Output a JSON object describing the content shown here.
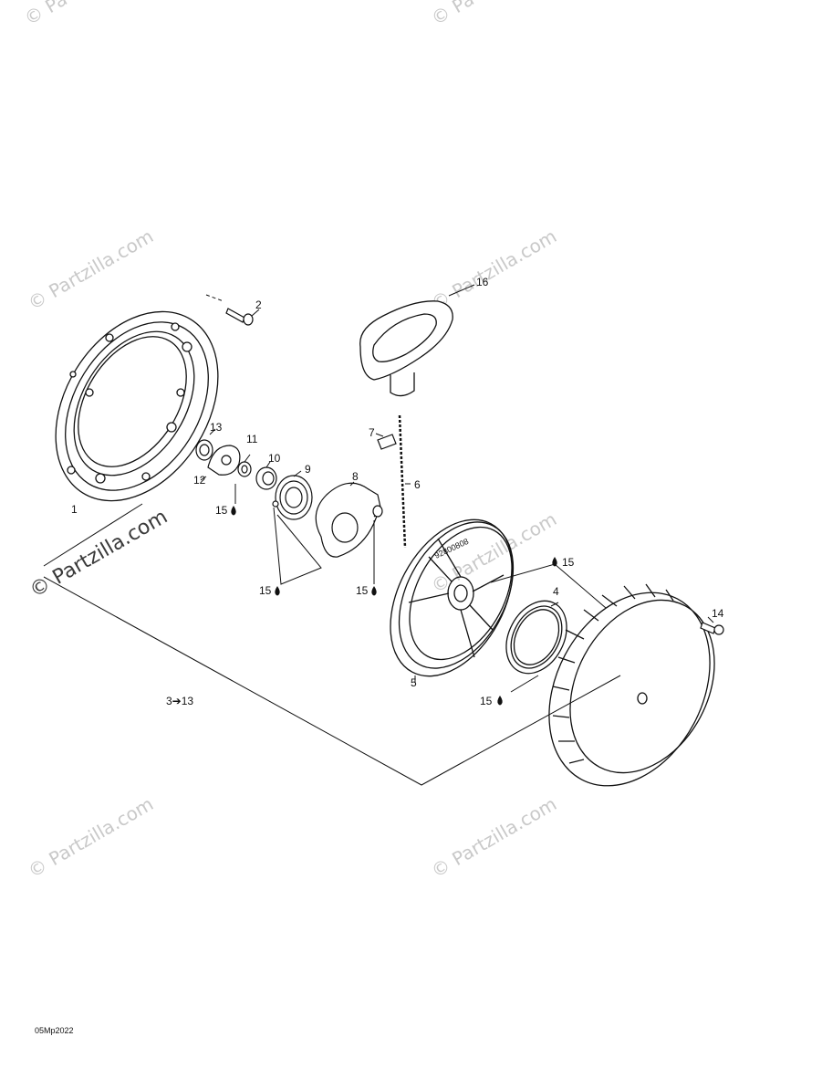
{
  "diagram": {
    "callouts": {
      "c1": "1",
      "c2": "2",
      "c3": "3➔13",
      "c4": "4",
      "c5": "5",
      "c6": "6",
      "c7": "7",
      "c8": "8",
      "c9": "9",
      "c10": "10",
      "c11": "11",
      "c12": "12",
      "c13": "13",
      "c14": "14",
      "c16": "16",
      "c15a": "15",
      "c15b": "15",
      "c15c": "15",
      "c15d": "15",
      "c15e": "15"
    },
    "drawing_code": "05Mp2022"
  },
  "watermark": {
    "text": "© Partzilla.com",
    "corner_text": "© Pa"
  }
}
